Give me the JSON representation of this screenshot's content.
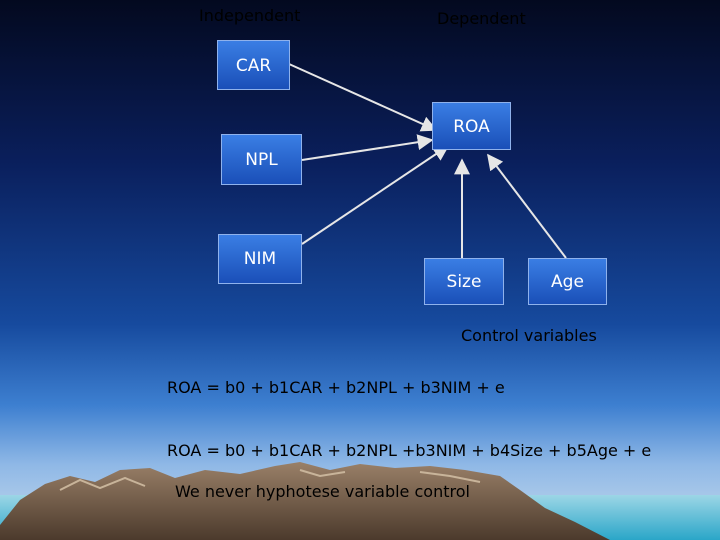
{
  "headers": {
    "independent": "Independent",
    "dependent": "Dependent"
  },
  "nodes": {
    "car": "CAR",
    "npl": "NPL",
    "nim": "NIM",
    "roa": "ROA",
    "size": "Size",
    "age": "Age"
  },
  "control_label": "Control variables",
  "equations": {
    "eq1": "ROA = b0 + b1CAR + b2NPL + b3NIM + e",
    "eq2": "ROA = b0 + b1CAR + b2NPL +b3NIM + b4Size + b5Age + e"
  },
  "note": "We never hyphotese variable control",
  "colors": {
    "box_fill": "#2a64cc",
    "box_border": "#8fb2ec",
    "arrow": "#e6e6e6",
    "text": "#000000"
  }
}
